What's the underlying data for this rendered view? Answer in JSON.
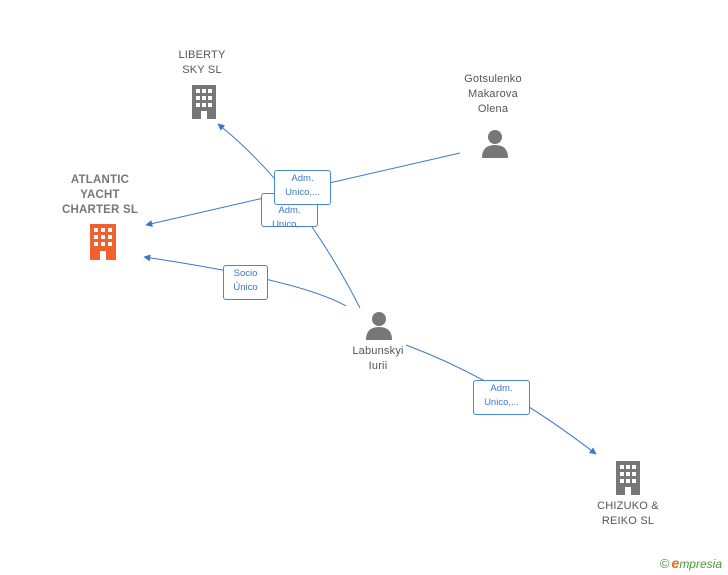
{
  "nodes": {
    "liberty": {
      "label": "LIBERTY\nSKY  SL",
      "type": "company"
    },
    "gotsulenko": {
      "label": "Gotsulenko\nMakarova\nOlena",
      "type": "person"
    },
    "atlantic": {
      "label": "ATLANTIC\nYACHT\nCHARTER  SL",
      "type": "company",
      "focus": true
    },
    "labunskyi": {
      "label": "Labunskyi\nIurii",
      "type": "person"
    },
    "chizuko": {
      "label": "CHIZUKO &\nREIKO  SL",
      "type": "company"
    }
  },
  "edge_labels": {
    "adm1": "Adm.\nUnico,...",
    "adm2": "Adm.\nUnico,...",
    "socio": "Socio\nÚnico",
    "adm3": "Adm.\nUnico,..."
  },
  "brand": {
    "copyright": "©",
    "initial": "e",
    "name": "mpresia"
  },
  "colors": {
    "edge": "#3a78c9",
    "company_icon": "#777777",
    "focus_icon": "#f0622d",
    "person_icon": "#777777"
  },
  "icons": {
    "company": "building-icon",
    "person": "person-icon"
  }
}
